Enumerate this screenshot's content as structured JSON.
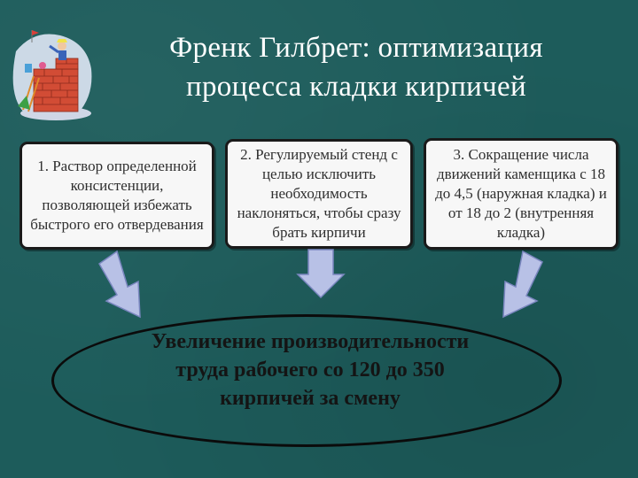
{
  "slide": {
    "title_line1": "Френк Гилбрет: оптимизация",
    "title_line2": "процесса кладки кирпичей"
  },
  "boxes": [
    {
      "text": "1. Раствор определенной консистенции, позволяющей избежать быстрого его отвердевания"
    },
    {
      "text": "2. Регулируемый стенд с целью исключить необходимость наклоняться, чтобы сразу брать кирпичи"
    },
    {
      "text": "3. Сокращение числа движений каменщика с 18 до 4,5 (наружная кладка) и от 18 до 2 (внутренняя кладка)"
    }
  ],
  "result": {
    "line1": "Увеличение производительности",
    "line2": "труда рабочего со 120 до 350",
    "line3": "кирпичей за смену"
  },
  "colors": {
    "background": "#1d5c5b",
    "box_fill": "#f7f7f7",
    "arrow_fill": "#b8c1e6",
    "title_text": "#ffffff"
  },
  "icons": {
    "clipart": "brick-wall-builder-icon"
  }
}
